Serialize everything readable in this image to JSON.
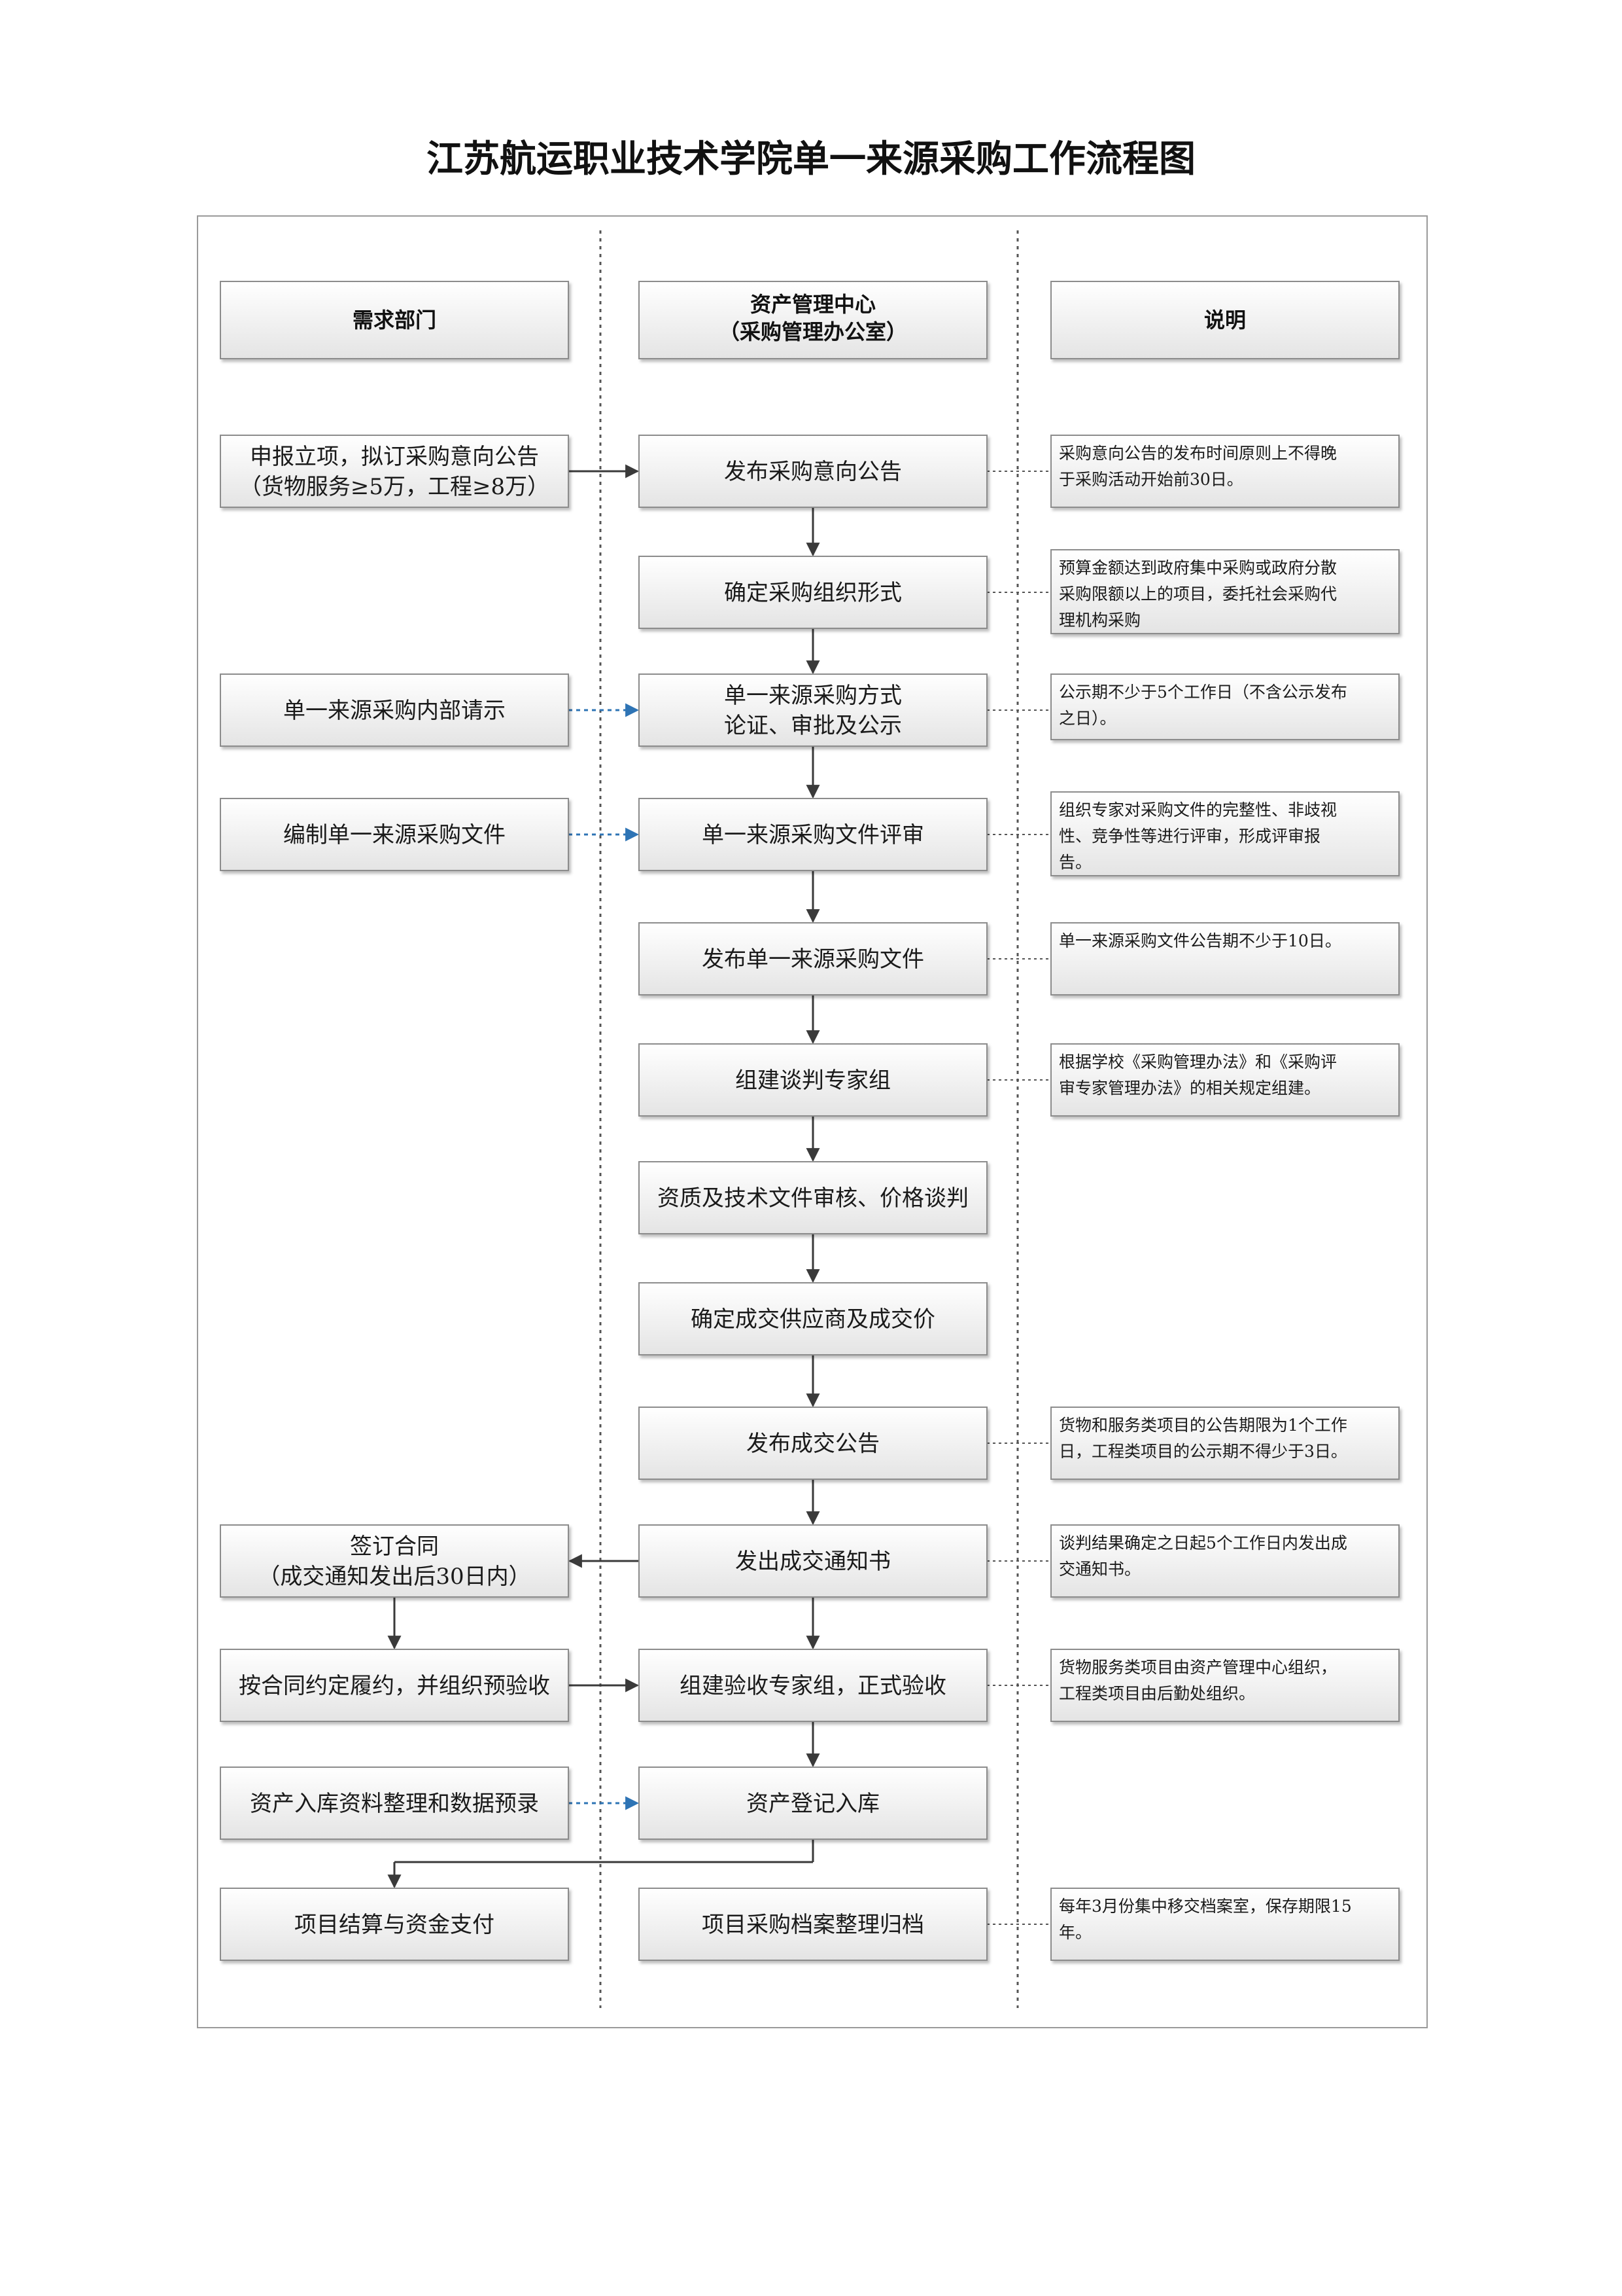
{
  "title": "江苏航运职业技术学院单一来源采购工作流程图",
  "columns": {
    "left": "需求部门",
    "middle": [
      "资产管理中心",
      "（采购管理办公室）"
    ],
    "right": "说明"
  },
  "left_steps": {
    "apply": [
      "申报立项，拟订采购意向公告",
      "（货物服务≥5万，工程≥8万）"
    ],
    "request": [
      "单一来源采购内部请示"
    ],
    "prepare_doc": [
      "编制单一来源采购文件"
    ],
    "contract": [
      "签订合同",
      "（成交通知发出后30日内）"
    ],
    "perform": [
      "按合同约定履约，并组织预验收"
    ],
    "asset_data": [
      "资产入库资料整理和数据预录"
    ],
    "settle": [
      "项目结算与资金支付"
    ]
  },
  "middle_steps": {
    "publish_intent": [
      "发布采购意向公告"
    ],
    "org_form": [
      "确定采购组织形式"
    ],
    "method": [
      "单一来源采购方式",
      "论证、审批及公示"
    ],
    "doc_review": [
      "单一来源采购文件评审"
    ],
    "publish_doc": [
      "发布单一来源采购文件"
    ],
    "expert_group": [
      "组建谈判专家组"
    ],
    "qualify": [
      "资质及技术文件审核、价格谈判"
    ],
    "supplier": [
      "确定成交供应商及成交价"
    ],
    "result_notice": [
      "发布成交公告"
    ],
    "deal_notice": [
      "发出成交通知书"
    ],
    "acceptance": [
      "组建验收专家组，正式验收"
    ],
    "asset_register": [
      "资产登记入库"
    ],
    "archive": [
      "项目采购档案整理归档"
    ]
  },
  "notes": {
    "publish_intent": [
      "采购意向公告的发布时间原则上不得晚",
      "于采购活动开始前30日。"
    ],
    "org_form": [
      "预算金额达到政府集中采购或政府分散",
      "采购限额以上的项目，委托社会采购代",
      "理机构采购"
    ],
    "method": [
      "公示期不少于5个工作日（不含公示发布",
      "之日）。"
    ],
    "doc_review": [
      "组织专家对采购文件的完整性、非歧视",
      "性、竞争性等进行评审，形成评审报",
      "告。"
    ],
    "publish_doc": [
      "单一来源采购文件公告期不少于10日。"
    ],
    "expert_group": [
      "根据学校《采购管理办法》和《采购评",
      "审专家管理办法》的相关规定组建。"
    ],
    "result_notice": [
      "货物和服务类项目的公告期限为1个工作",
      "日，工程类项目的公示期不得少于3日。"
    ],
    "deal_notice": [
      "谈判结果确定之日起5个工作日内发出成",
      "交通知书。"
    ],
    "acceptance": [
      "货物服务类项目由资产管理中心组织，",
      "工程类项目由后勤处组织。"
    ],
    "archive": [
      "每年3月份集中移交档案室，保存期限15",
      "年。"
    ]
  },
  "colors": {
    "box_border": "#8c8c8c",
    "arrow": "#3a3a3a",
    "dashed_arrow": "#2e74b5",
    "frame": "#9a9a9a"
  }
}
